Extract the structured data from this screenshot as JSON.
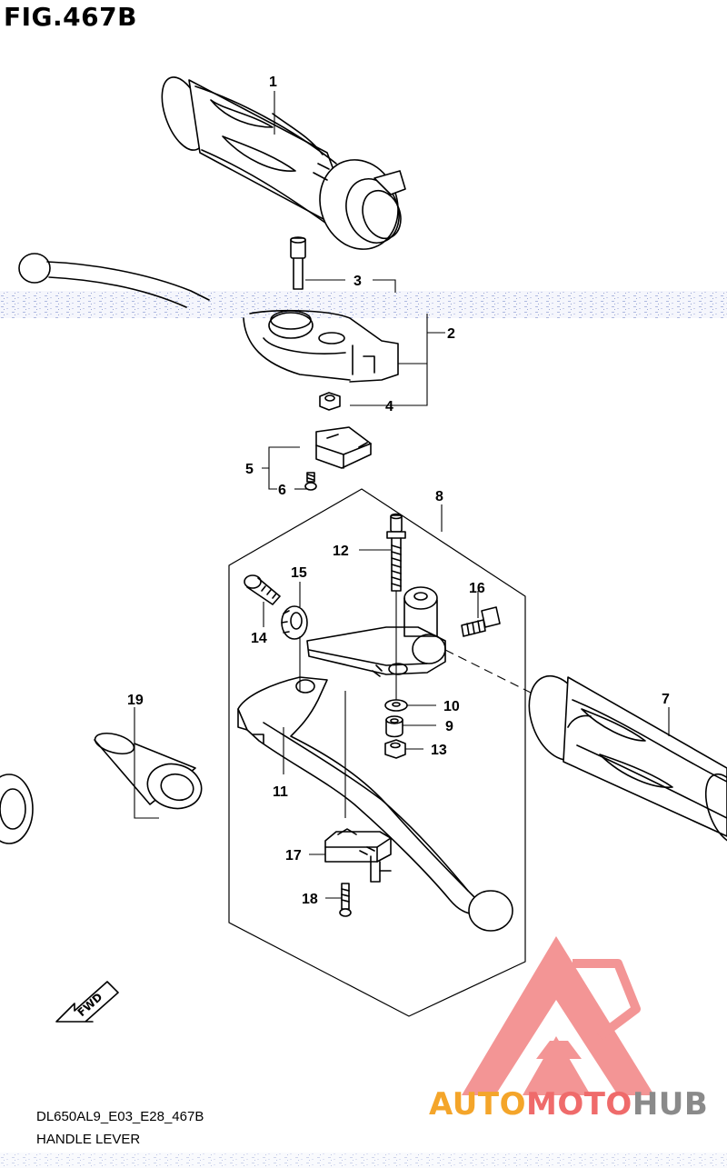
{
  "figure": {
    "title": "FIG.467B",
    "model_code": "DL650AL9_E03_E28_467B",
    "caption": "HANDLE LEVER"
  },
  "callouts": [
    {
      "id": "1",
      "label": "1"
    },
    {
      "id": "2",
      "label": "2"
    },
    {
      "id": "3",
      "label": "3"
    },
    {
      "id": "4",
      "label": "4"
    },
    {
      "id": "5",
      "label": "5"
    },
    {
      "id": "6",
      "label": "6"
    },
    {
      "id": "7",
      "label": "7"
    },
    {
      "id": "8",
      "label": "8"
    },
    {
      "id": "9",
      "label": "9"
    },
    {
      "id": "10",
      "label": "10"
    },
    {
      "id": "11",
      "label": "11"
    },
    {
      "id": "12",
      "label": "12"
    },
    {
      "id": "13",
      "label": "13"
    },
    {
      "id": "14",
      "label": "14"
    },
    {
      "id": "15",
      "label": "15"
    },
    {
      "id": "16",
      "label": "16"
    },
    {
      "id": "17",
      "label": "17"
    },
    {
      "id": "18",
      "label": "18"
    },
    {
      "id": "19",
      "label": "19"
    }
  ],
  "direction_arrow": {
    "label": "FWD",
    "icon": "fwd-arrow-icon"
  },
  "watermark": {
    "part1": "AUTO",
    "part2": "MOTO",
    "part3": "HUB",
    "colors": {
      "auto": "#f4a52a",
      "moto": "#ef6b6b",
      "hub": "#8a8a8a",
      "logo": "#ef6b6b"
    }
  }
}
